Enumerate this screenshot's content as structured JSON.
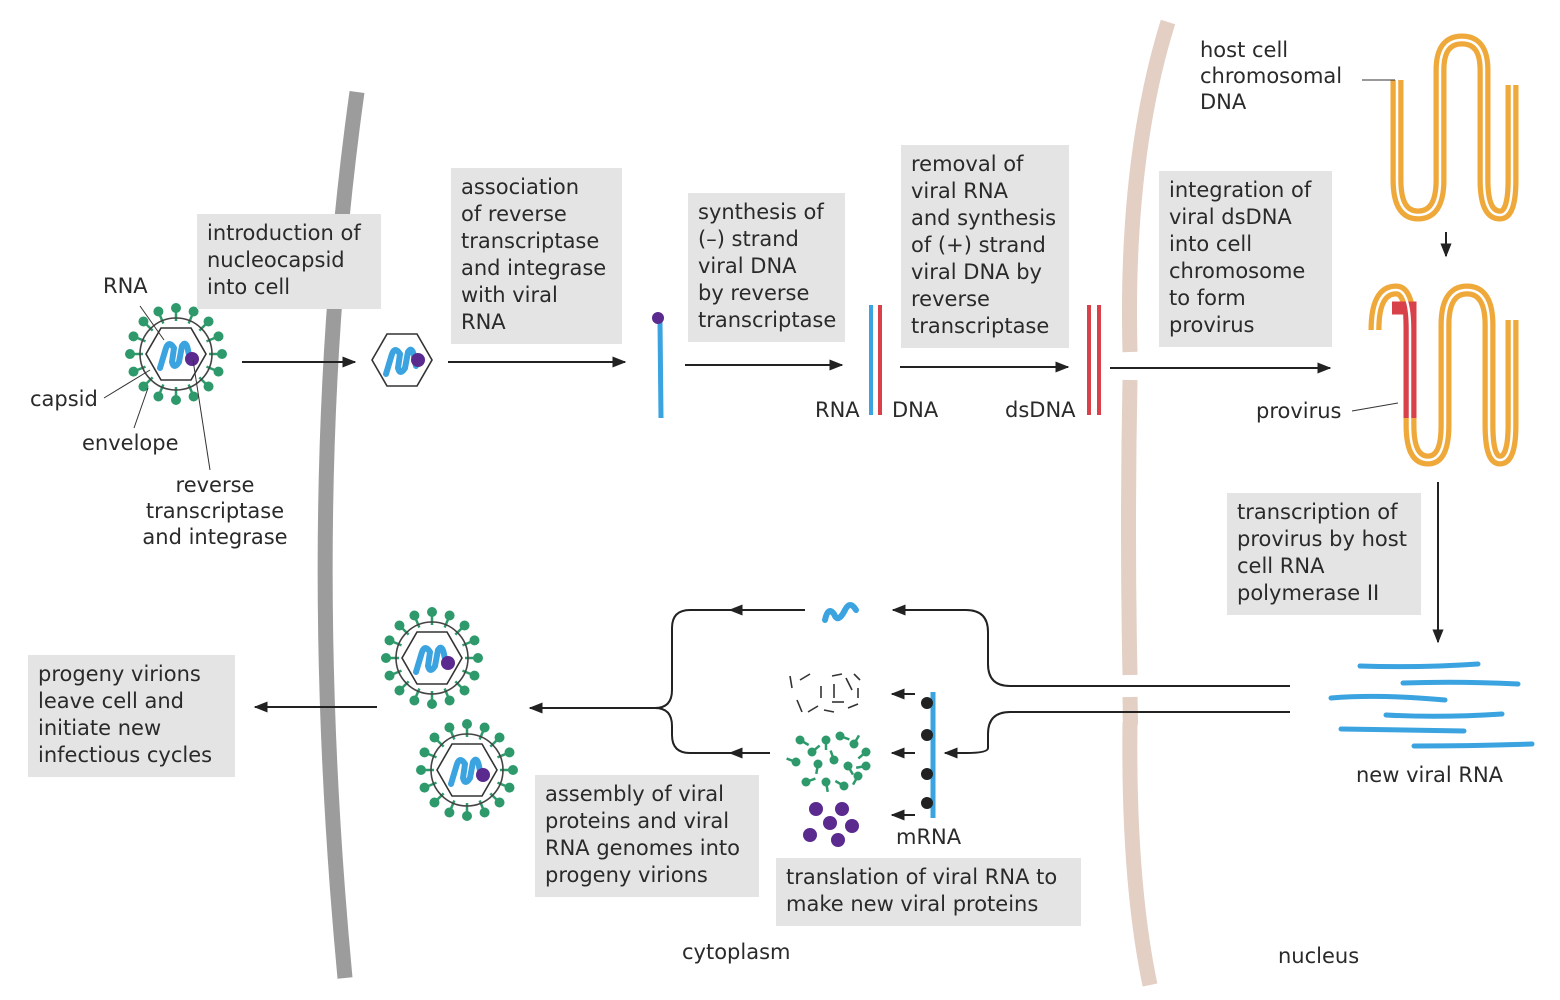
{
  "title": "Retrovirus life cycle",
  "colors": {
    "rna": "#3aa3e0",
    "dna": "#d8404a",
    "host_dna": "#efa93a",
    "protein": "#2e9a6c",
    "enzyme": "#5a2a8f",
    "plasma_membrane": "#9c9c9c",
    "nuclear_envelope": "#e3cfc4",
    "box_fill": "#e3e4e3",
    "arrow": "#222222"
  },
  "virion_labels": {
    "rna": "RNA",
    "capsid": "capsid",
    "envelope": "envelope",
    "enzymes": "reverse\ntranscriptase\nand integrase"
  },
  "steps": [
    {
      "id": "introduction",
      "text": "introduction of\nnucleocapsid\ninto cell"
    },
    {
      "id": "association",
      "text": "association\nof reverse\ntranscriptase\nand integrase\nwith viral\nRNA"
    },
    {
      "id": "minus-strand",
      "text": "synthesis of\n(–) strand\nviral DNA\nby reverse\ntranscriptase"
    },
    {
      "id": "plus-strand",
      "text": "removal of\nviral RNA\nand synthesis\nof (+) strand\nviral DNA by\nreverse\ntranscriptase"
    },
    {
      "id": "integration",
      "text": "integration of\nviral dsDNA\ninto cell\nchromosome\nto form\nprovirus"
    },
    {
      "id": "transcription",
      "text": "transcription of\nprovirus by host\ncell RNA\npolymerase II"
    },
    {
      "id": "translation",
      "text": "translation of viral RNA to\nmake new viral proteins"
    },
    {
      "id": "assembly",
      "text": "assembly of viral\nproteins and viral\nRNA genomes into\nprogeny virions"
    },
    {
      "id": "release",
      "text": "progeny virions\nleave cell and\ninitiate new\ninfectious cycles"
    }
  ],
  "molecule_labels": {
    "rna": "RNA",
    "dna": "DNA",
    "dsdna": "dsDNA",
    "host_dna": "host cell\nchromosomal\nDNA",
    "provirus": "provirus",
    "new_rna": "new viral RNA",
    "mrna": "mRNA"
  },
  "compartments": {
    "cytoplasm": "cytoplasm",
    "nucleus": "nucleus"
  }
}
